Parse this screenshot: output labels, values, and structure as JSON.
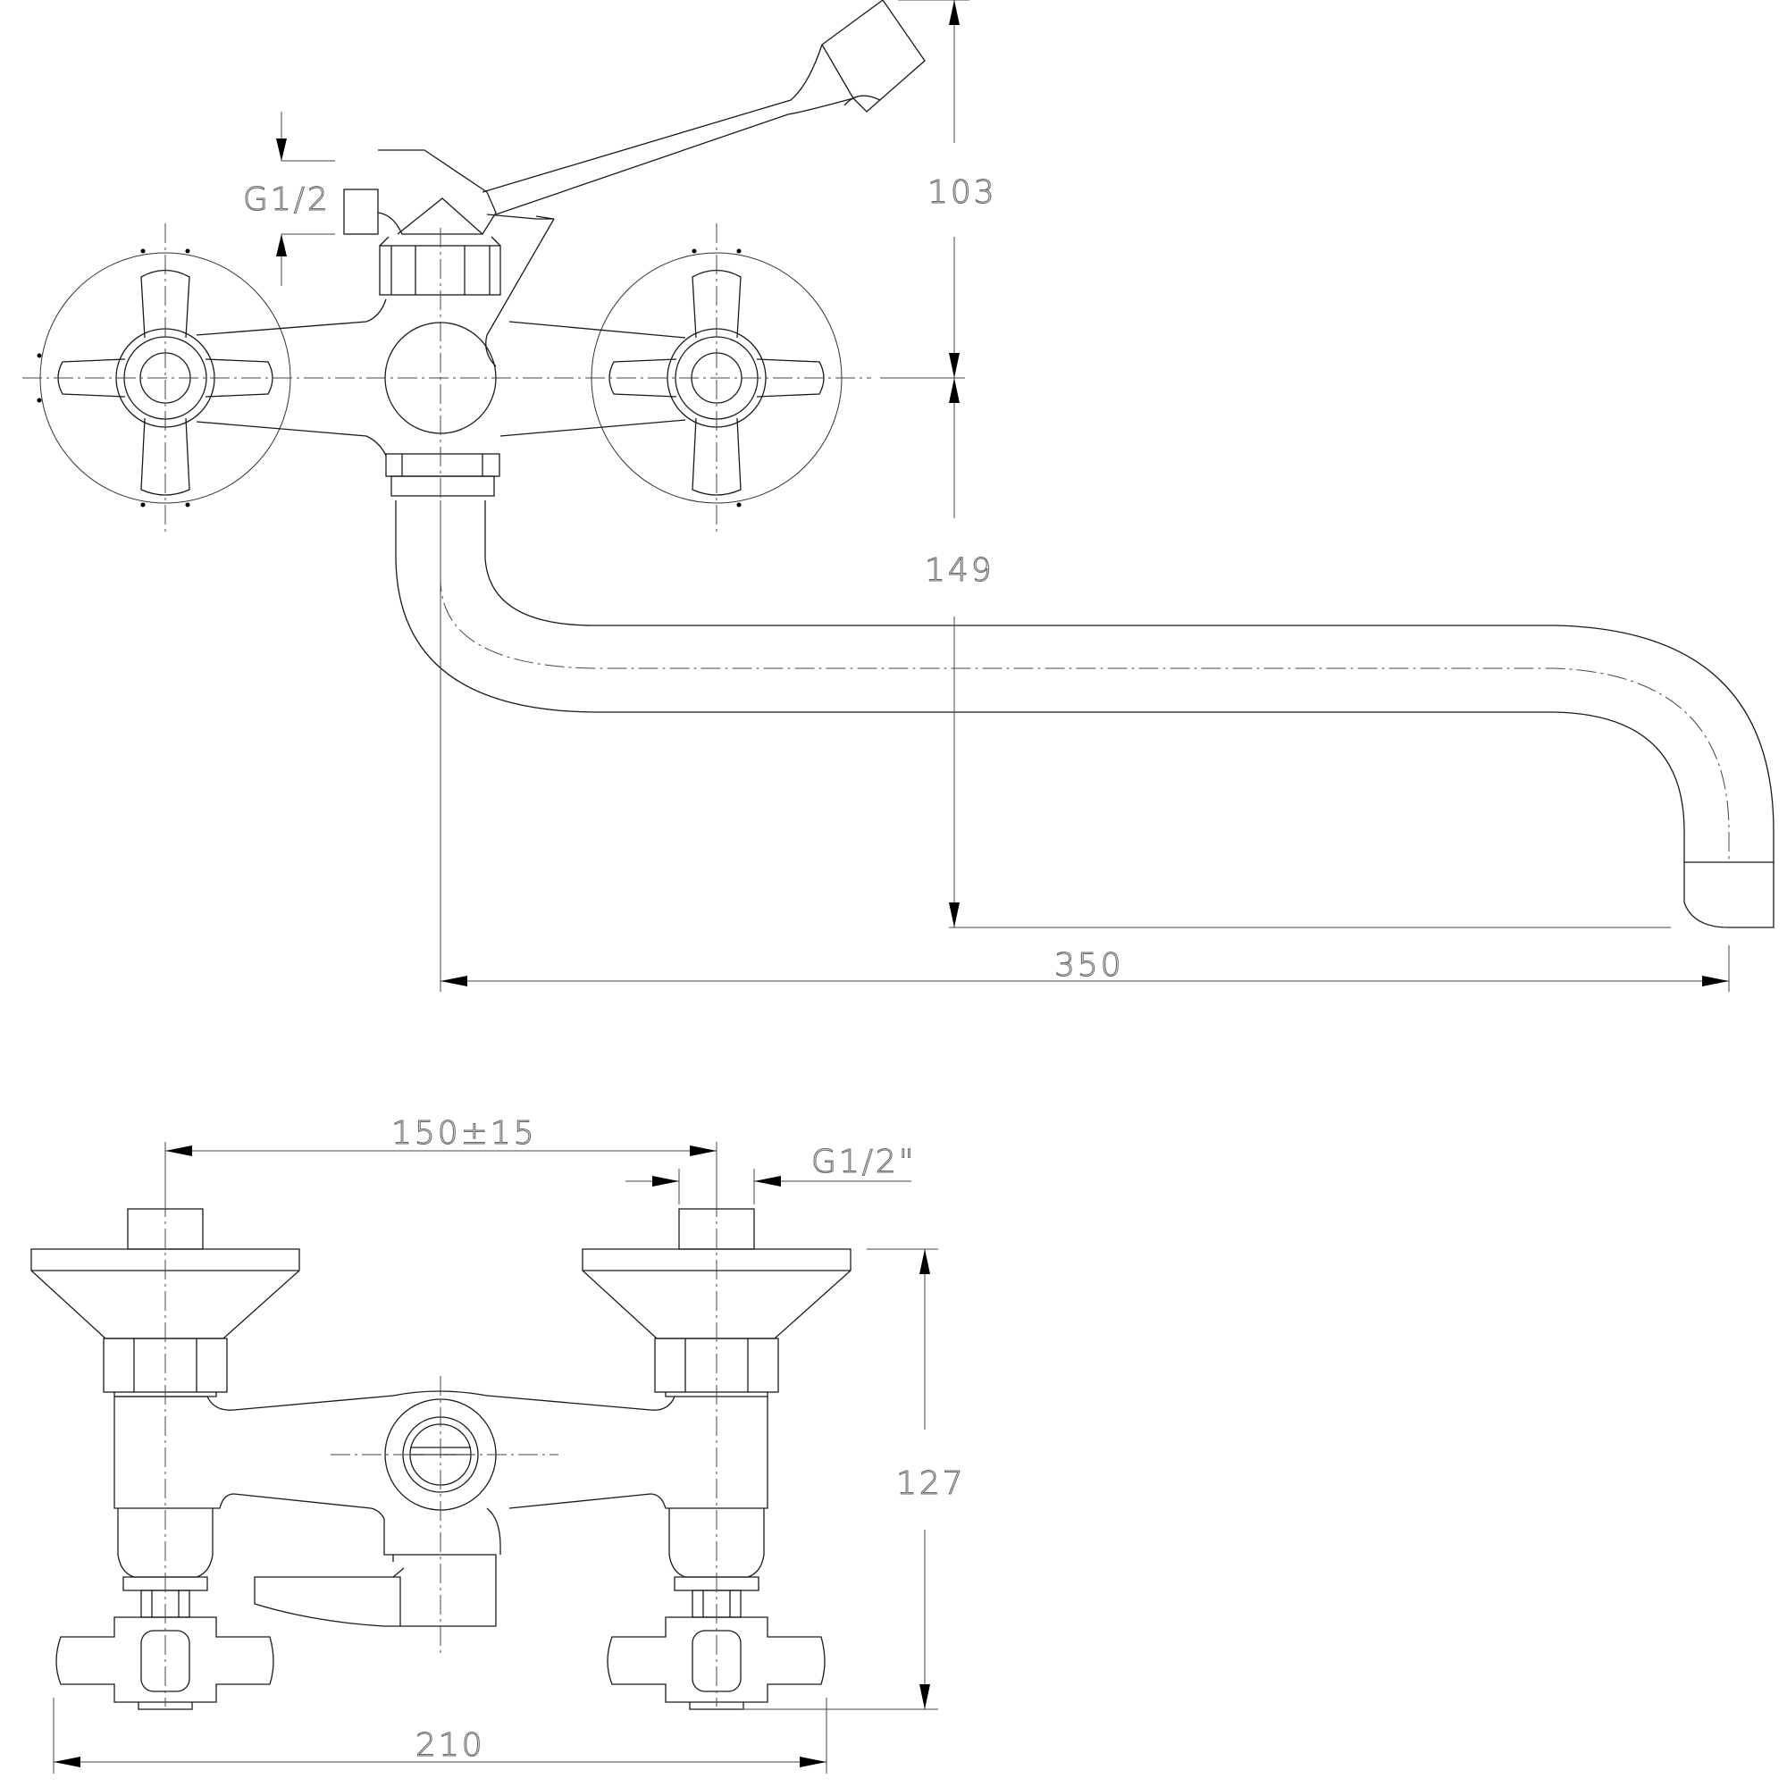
{
  "dimensions": {
    "top_thread": "G1/2",
    "lever_height": "103",
    "spout_height": "149",
    "spout_reach": "350",
    "inlet_spacing": "150±15",
    "inlet_thread": "G1/2\"",
    "body_depth": "127",
    "overall_width": "210"
  },
  "colors": {
    "line": "#1a1a1a",
    "dimension": "#444444",
    "background": "#ffffff"
  }
}
